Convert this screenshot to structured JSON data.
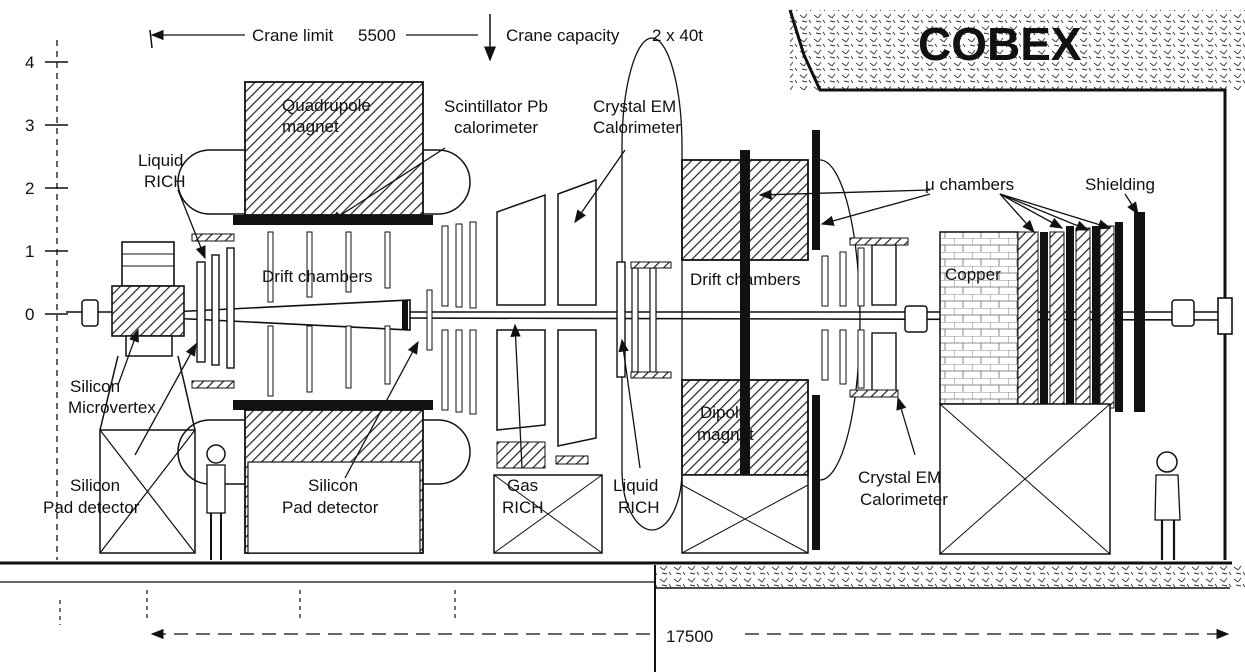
{
  "title": "COBEX",
  "top_annotations": {
    "crane_limit_label": "Crane limit",
    "crane_limit_value": "5500",
    "crane_capacity_label": "Crane capacity",
    "crane_capacity_value": "2 x 40t"
  },
  "bottom_dimension": "17500",
  "y_ticks": [
    "4",
    "3",
    "2",
    "1",
    "0"
  ],
  "labels": {
    "quadrupole_1": "Quadrupole",
    "quadrupole_2": "magnet",
    "scint_1": "Scintillator Pb",
    "scint_2": "calorimeter",
    "crystal_top_1": "Crystal EM",
    "crystal_top_2": "Calorimeter",
    "liquid_rich_left_1": "Liquid",
    "liquid_rich_left_2": "RICH",
    "drift_left": "Drift chambers",
    "drift_right": "Drift chambers",
    "mu_chambers": "μ chambers",
    "shielding": "Shielding",
    "copper": "Copper",
    "silicon_micro_1": "Silicon",
    "silicon_micro_2": "Microvertex",
    "silicon_pad_left_1": "Silicon",
    "silicon_pad_left_2": "Pad detector",
    "silicon_pad_mid_1": "Silicon",
    "silicon_pad_mid_2": "Pad detector",
    "gas_rich_1": "Gas",
    "gas_rich_2": "RICH",
    "liquid_rich_mid_1": "Liquid",
    "liquid_rich_mid_2": "RICH",
    "dipole_1": "Dipole",
    "dipole_2": "magnet",
    "crystal_bottom_1": "Crystal EM",
    "crystal_bottom_2": "Calorimeter"
  }
}
